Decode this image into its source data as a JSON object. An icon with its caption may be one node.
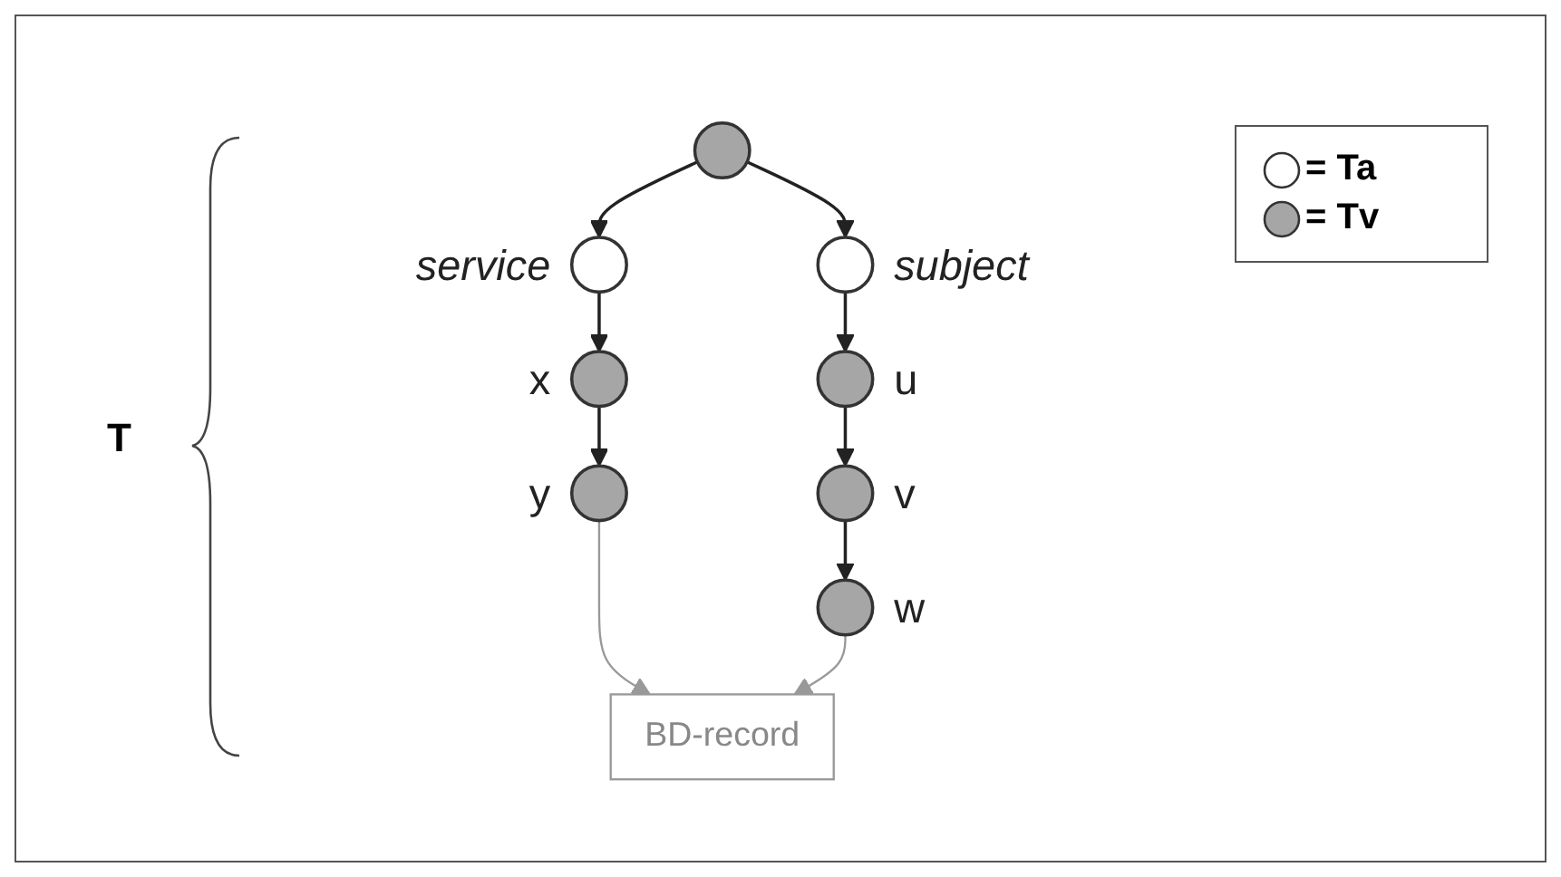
{
  "diagram": {
    "nodes": [
      {
        "text": [],
        "shape": "circle"
      },
      {
        "text": [],
        "shape": "circle",
        "beside": [
          "service"
        ]
      },
      {
        "text": [],
        "shape": "circle",
        "beside": [
          "subject"
        ]
      },
      {
        "text": [],
        "shape": "circle",
        "beside": [
          "x"
        ]
      },
      {
        "text": [],
        "shape": "circle",
        "beside": [
          "y"
        ]
      },
      {
        "text": [],
        "shape": "circle",
        "beside": [
          "u"
        ]
      },
      {
        "text": [],
        "shape": "circle",
        "beside": [
          "v"
        ]
      },
      {
        "text": [],
        "shape": "circle",
        "beside": [
          "w"
        ]
      },
      {
        "text": [
          "BD-record"
        ]
      }
    ],
    "edges": [
      {
        "from": 0,
        "to": 1,
        "arrow": "to"
      },
      {
        "from": 0,
        "to": 2,
        "arrow": "to"
      },
      {
        "from": 1,
        "to": 3,
        "arrow": "to"
      },
      {
        "from": 3,
        "to": 4,
        "arrow": "to"
      },
      {
        "from": 2,
        "to": 5,
        "arrow": "to"
      },
      {
        "from": 5,
        "to": 6,
        "arrow": "to"
      },
      {
        "from": 6,
        "to": 7,
        "arrow": "to"
      },
      {
        "from": 4,
        "to": 8,
        "arrow": "to",
        "color": "#999999"
      },
      {
        "from": 7,
        "to": 8,
        "arrow": "to",
        "color": "#999999"
      }
    ],
    "labels": [
      "T"
    ],
    "legend": [
      {
        "text": "= Ta"
      },
      {
        "text": "= Tv"
      }
    ]
  }
}
